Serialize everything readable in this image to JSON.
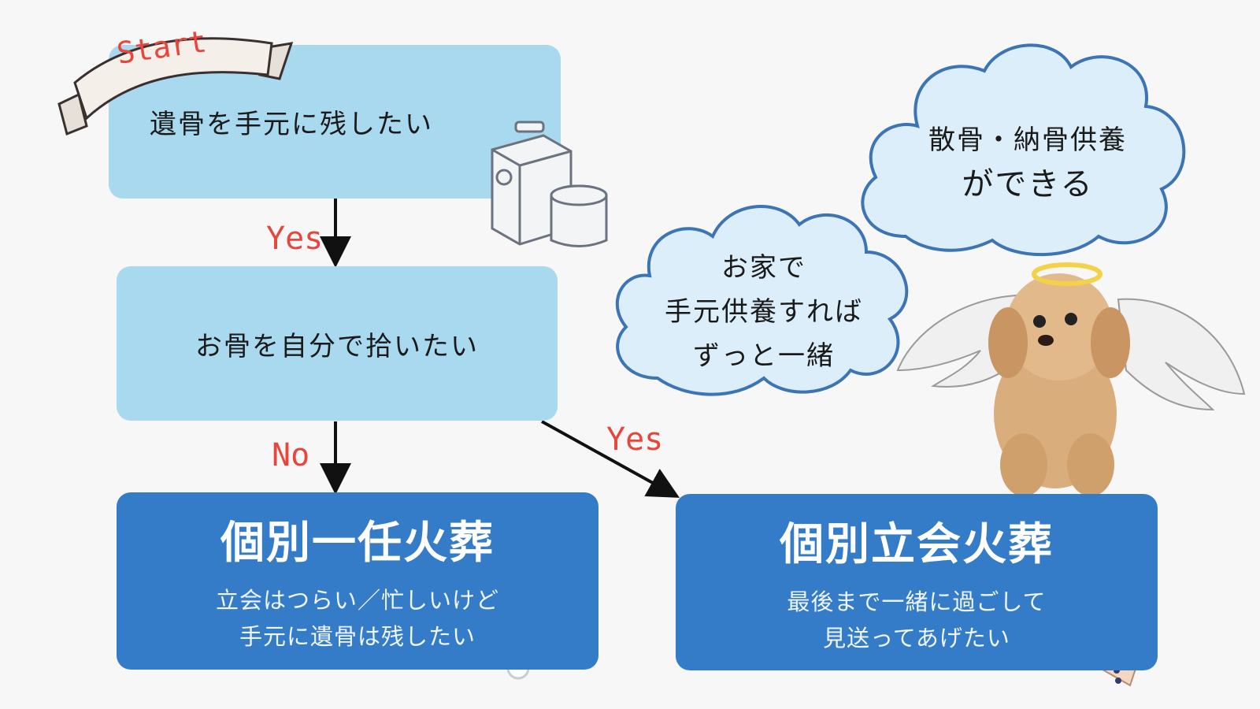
{
  "banner": {
    "start_label": "Start"
  },
  "flow": {
    "q1": "遺骨を手元に残したい",
    "q2": "お骨を自分で拾いたい",
    "yes1": "Yes",
    "no": "No",
    "yes2": "Yes"
  },
  "results": {
    "left": {
      "title": "個別一任火葬",
      "line1": "立会はつらい／忙しいけど",
      "line2": "手元に遺骨は残したい"
    },
    "right": {
      "title": "個別立会火葬",
      "line1": "最後まで一緒に過ごして",
      "line2": "見送ってあげたい"
    }
  },
  "clouds": {
    "big": {
      "line1": "散骨・納骨供養",
      "line2": "ができる"
    },
    "small": {
      "line1": "お家で",
      "line2": "手元供養すれば",
      "line3": "ずっと一緒"
    }
  },
  "colors": {
    "light_box": "#a9d9ef",
    "dark_box": "#357cc8",
    "label_red": "#e8453c",
    "cloud_border": "#3c74b4",
    "cloud_fill": "#dceef9"
  }
}
